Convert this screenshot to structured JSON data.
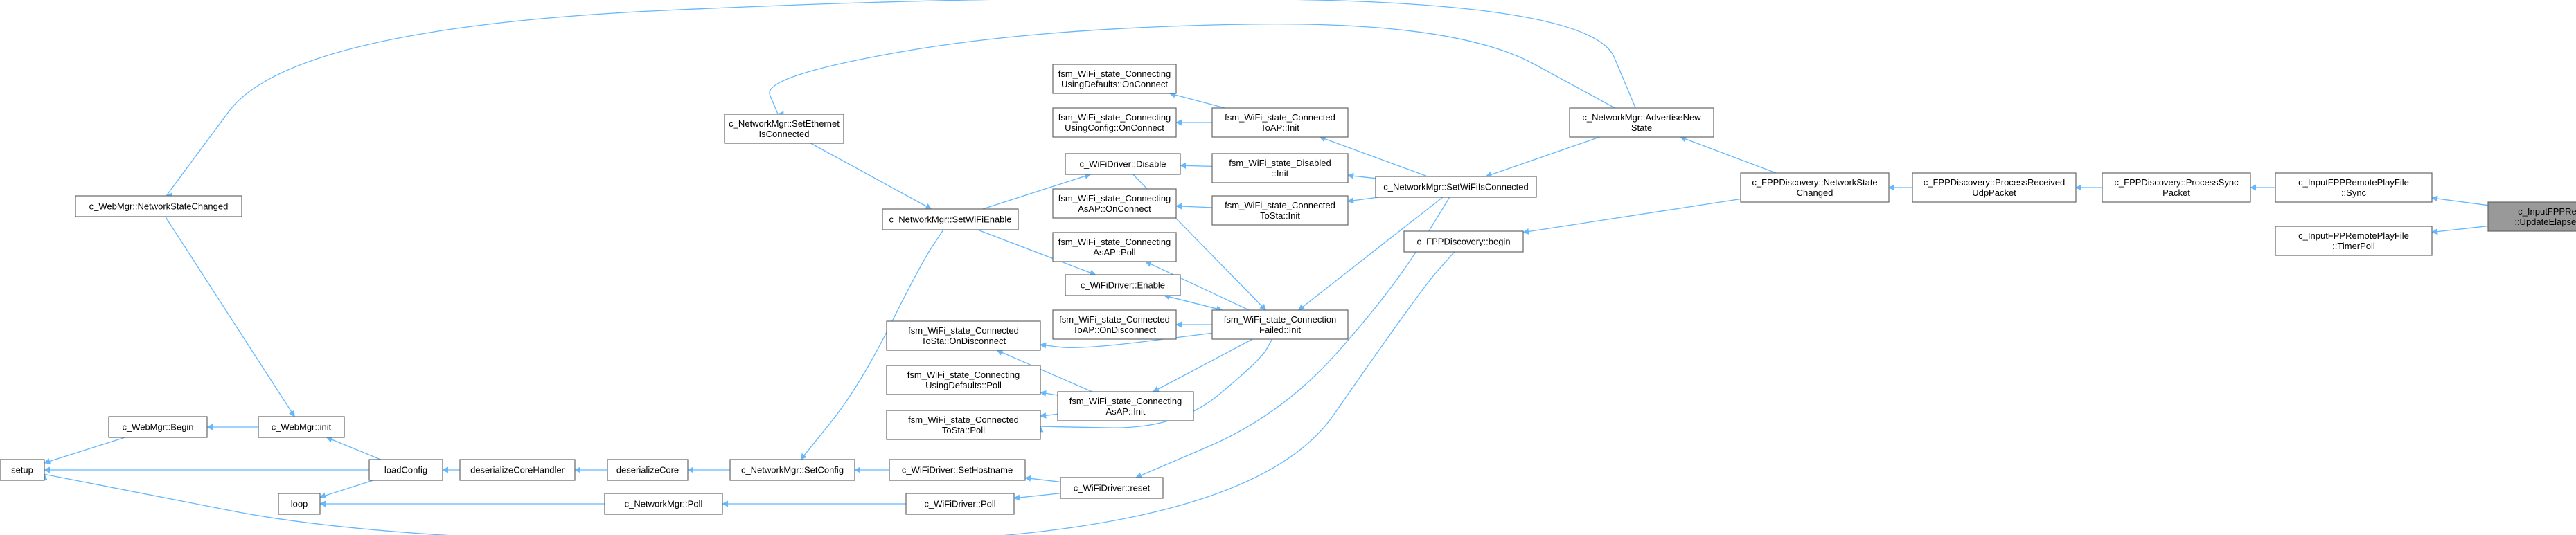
{
  "nodes": [
    {
      "id": "main",
      "lines": [
        "c_InputFPPRemotePlayFile",
        "::UpdateElapsedPlayTimeMS"
      ],
      "highlight": true
    },
    {
      "id": "sync",
      "lines": [
        "c_InputFPPRemotePlayFile",
        "::Sync"
      ]
    },
    {
      "id": "timerpoll",
      "lines": [
        "c_InputFPPRemotePlayFile",
        "::TimerPoll"
      ]
    },
    {
      "id": "procsync",
      "lines": [
        "c_FPPDiscovery::ProcessSync",
        "Packet"
      ]
    },
    {
      "id": "procrecv",
      "lines": [
        "c_FPPDiscovery::ProcessReceived",
        "UdpPacket"
      ]
    },
    {
      "id": "netchanged",
      "lines": [
        "c_FPPDiscovery::NetworkState",
        "Changed"
      ]
    },
    {
      "id": "fppbegin",
      "lines": [
        "c_FPPDiscovery::begin"
      ]
    },
    {
      "id": "advertise",
      "lines": [
        "c_NetworkMgr::AdvertiseNew",
        "State"
      ]
    },
    {
      "id": "setwifi",
      "lines": [
        "c_NetworkMgr::SetWiFiIsConnected"
      ]
    },
    {
      "id": "connapinit",
      "lines": [
        "fsm_WiFi_state_Connected",
        "ToAP::Init"
      ]
    },
    {
      "id": "disabledinit",
      "lines": [
        "fsm_WiFi_state_Disabled",
        "::Init"
      ]
    },
    {
      "id": "connstainit",
      "lines": [
        "fsm_WiFi_state_Connected",
        "ToSta::Init"
      ]
    },
    {
      "id": "connfailinit",
      "lines": [
        "fsm_WiFi_state_Connection",
        "Failed::Init"
      ]
    },
    {
      "id": "connasapinit",
      "lines": [
        "fsm_WiFi_state_Connecting",
        "AsAP::Init"
      ]
    },
    {
      "id": "defonconnect",
      "lines": [
        "fsm_WiFi_state_Connecting",
        "UsingDefaults::OnConnect"
      ]
    },
    {
      "id": "cfgonconnect",
      "lines": [
        "fsm_WiFi_state_Connecting",
        "UsingConfig::OnConnect"
      ]
    },
    {
      "id": "wifidisable",
      "lines": [
        "c_WiFiDriver::Disable"
      ]
    },
    {
      "id": "asaponconnect",
      "lines": [
        "fsm_WiFi_state_Connecting",
        "AsAP::OnConnect"
      ]
    },
    {
      "id": "asappoll",
      "lines": [
        "fsm_WiFi_state_Connecting",
        "AsAP::Poll"
      ]
    },
    {
      "id": "wifienable",
      "lines": [
        "c_WiFiDriver::Enable"
      ]
    },
    {
      "id": "apondisc",
      "lines": [
        "fsm_WiFi_state_Connected",
        "ToAP::OnDisconnect"
      ]
    },
    {
      "id": "staondisc",
      "lines": [
        "fsm_WiFi_state_Connected",
        "ToSta::OnDisconnect"
      ]
    },
    {
      "id": "defpoll",
      "lines": [
        "fsm_WiFi_state_Connecting",
        "UsingDefaults::Poll"
      ]
    },
    {
      "id": "stapoll",
      "lines": [
        "fsm_WiFi_state_Connected",
        "ToSta::Poll"
      ]
    },
    {
      "id": "ethernet",
      "lines": [
        "c_NetworkMgr::SetEthernet",
        "IsConnected"
      ]
    },
    {
      "id": "setwifienable",
      "lines": [
        "c_NetworkMgr::SetWiFiEnable"
      ]
    },
    {
      "id": "webnetchanged",
      "lines": [
        "c_WebMgr::NetworkStateChanged"
      ]
    },
    {
      "id": "webbegin",
      "lines": [
        "c_WebMgr::Begin"
      ]
    },
    {
      "id": "webinit",
      "lines": [
        "c_WebMgr::init"
      ]
    },
    {
      "id": "setup",
      "lines": [
        "setup"
      ]
    },
    {
      "id": "loop",
      "lines": [
        "loop"
      ]
    },
    {
      "id": "loadconfig",
      "lines": [
        "loadConfig"
      ]
    },
    {
      "id": "deserhandler",
      "lines": [
        "deserializeCoreHandler"
      ]
    },
    {
      "id": "desercore",
      "lines": [
        "deserializeCore"
      ]
    },
    {
      "id": "setconfig",
      "lines": [
        "c_NetworkMgr::SetConfig"
      ]
    },
    {
      "id": "sethostname",
      "lines": [
        "c_WiFiDriver::SetHostname"
      ]
    },
    {
      "id": "wifireset",
      "lines": [
        "c_WiFiDriver::reset"
      ]
    },
    {
      "id": "netpoll",
      "lines": [
        "c_NetworkMgr::Poll"
      ]
    },
    {
      "id": "wifipoll",
      "lines": [
        "c_WiFiDriver::Poll"
      ]
    }
  ],
  "edges": [
    [
      "sync",
      "main"
    ],
    [
      "timerpoll",
      "main"
    ],
    [
      "procsync",
      "sync"
    ],
    [
      "procrecv",
      "procsync"
    ],
    [
      "netchanged",
      "procrecv"
    ],
    [
      "advertise",
      "netchanged"
    ],
    [
      "fppbegin",
      "netchanged"
    ],
    [
      "setwifi",
      "advertise"
    ],
    [
      "ethernet",
      "advertise"
    ],
    [
      "webnetchanged",
      "advertise"
    ],
    [
      "connapinit",
      "setwifi"
    ],
    [
      "disabledinit",
      "setwifi"
    ],
    [
      "connstainit",
      "setwifi"
    ],
    [
      "connfailinit",
      "setwifi"
    ],
    [
      "wifireset",
      "setwifi"
    ],
    [
      "defonconnect",
      "connapinit"
    ],
    [
      "cfgonconnect",
      "connapinit"
    ],
    [
      "wifidisable",
      "disabledinit"
    ],
    [
      "asaponconnect",
      "connstainit"
    ],
    [
      "asappoll",
      "connfailinit"
    ],
    [
      "wifienable",
      "connfailinit"
    ],
    [
      "apondisc",
      "connfailinit"
    ],
    [
      "staondisc",
      "connfailinit"
    ],
    [
      "connasapinit",
      "connfailinit"
    ],
    [
      "stapoll",
      "connfailinit"
    ],
    [
      "connfailinit",
      "wifidisable"
    ],
    [
      "connfailinit",
      "wifienable"
    ],
    [
      "staondisc",
      "connasapinit"
    ],
    [
      "defpoll",
      "connasapinit"
    ],
    [
      "stapoll",
      "connasapinit"
    ],
    [
      "wifidisable",
      "setwifienable"
    ],
    [
      "wifienable",
      "setwifienable"
    ],
    [
      "setwifienable",
      "ethernet"
    ],
    [
      "setconfig",
      "setwifienable"
    ],
    [
      "webinit",
      "webnetchanged"
    ],
    [
      "webbegin",
      "webinit"
    ],
    [
      "setup",
      "webbegin"
    ],
    [
      "setup",
      "loadconfig"
    ],
    [
      "webinit",
      "loadconfig"
    ],
    [
      "loop",
      "loadconfig"
    ],
    [
      "loadconfig",
      "deserhandler"
    ],
    [
      "deserhandler",
      "desercore"
    ],
    [
      "desercore",
      "setconfig"
    ],
    [
      "setconfig",
      "sethostname"
    ],
    [
      "sethostname",
      "wifireset"
    ],
    [
      "wifipoll",
      "wifireset"
    ],
    [
      "netpoll",
      "wifipoll"
    ],
    [
      "loop",
      "netpoll"
    ],
    [
      "setup",
      "fppbegin"
    ]
  ]
}
